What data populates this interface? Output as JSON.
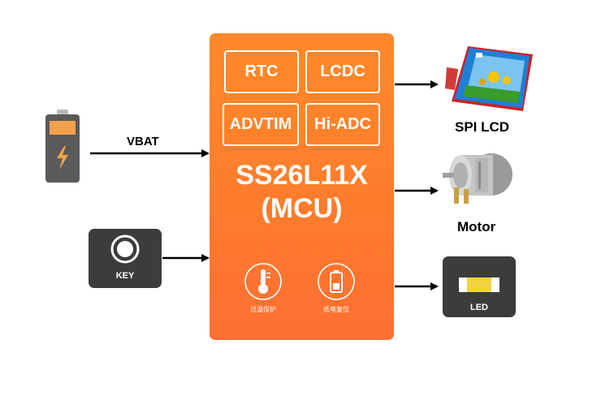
{
  "mcu": {
    "modules": [
      "RTC",
      "LCDC",
      "ADVTIM",
      "Hi-ADC"
    ],
    "name_line1": "SS26L11X",
    "name_line2": "(MCU)",
    "features": [
      {
        "label": "过温保护",
        "icon": "thermometer-icon"
      },
      {
        "label": "低电复位",
        "icon": "battery-icon"
      }
    ]
  },
  "inputs": {
    "vbat_label": "VBAT",
    "key_label": "KEY"
  },
  "outputs": {
    "lcd_label": "SPI LCD",
    "motor_label": "Motor",
    "led_label": "LED"
  },
  "colors": {
    "mcu_orange": "#ff7c2c",
    "dark_box": "#3c3c3c",
    "battery_orange": "#f4a14b",
    "led_yellow": "#f2d53c"
  }
}
